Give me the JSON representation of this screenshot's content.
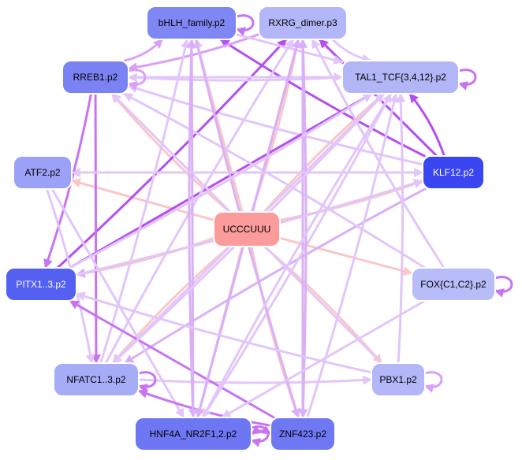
{
  "nodes": [
    {
      "id": "center",
      "label": "UCCCUUU",
      "color": "#fb9b9b",
      "text": "#000000"
    },
    {
      "id": "bhlh",
      "label": "bHLH_family.p2",
      "color": "#7f87f5",
      "text": "#000000"
    },
    {
      "id": "rxrg",
      "label": "RXRG_dimer.p3",
      "color": "#b3b6f8",
      "text": "#000000"
    },
    {
      "id": "rreb1",
      "label": "RREB1.p2",
      "color": "#7b83f4",
      "text": "#000000"
    },
    {
      "id": "tal1",
      "label": "TAL1_TCF{3,4,12}.p2",
      "color": "#b2b6f7",
      "text": "#000000"
    },
    {
      "id": "atf2",
      "label": "ATF2.p2",
      "color": "#9ba1f6",
      "text": "#000000"
    },
    {
      "id": "klf12",
      "label": "KLF12.p2",
      "color": "#3a46f0",
      "text": "#ffffff"
    },
    {
      "id": "pitx1",
      "label": "PITX1..3.p2",
      "color": "#5360f2",
      "text": "#ffffff"
    },
    {
      "id": "fox",
      "label": "FOX{C1,C2}.p2",
      "color": "#b8bcf8",
      "text": "#000000"
    },
    {
      "id": "nfatc1",
      "label": "NFATC1..3.p2",
      "color": "#a7acf7",
      "text": "#000000"
    },
    {
      "id": "pbx1",
      "label": "PBX1.p2",
      "color": "#b3b7f8",
      "text": "#000000"
    },
    {
      "id": "hnf4a",
      "label": "HNF4A_NR2F1,2.p2",
      "color": "#6e77f3",
      "text": "#000000"
    },
    {
      "id": "znf423",
      "label": "ZNF423.p2",
      "color": "#6f78f3",
      "text": "#000000"
    }
  ],
  "edges": [
    {
      "from": "center",
      "to": "rreb1",
      "color": "#fbc6c6"
    },
    {
      "from": "center",
      "to": "bhlh",
      "color": "#fbc6c6"
    },
    {
      "from": "center",
      "to": "rxrg",
      "color": "#fbc6c6"
    },
    {
      "from": "center",
      "to": "tal1",
      "color": "#fbc6c6"
    },
    {
      "from": "center",
      "to": "atf2",
      "color": "#fbc6c6"
    },
    {
      "from": "center",
      "to": "klf12",
      "color": "#fbc6c6"
    },
    {
      "from": "center",
      "to": "pitx1",
      "color": "#fbc6c6"
    },
    {
      "from": "center",
      "to": "fox",
      "color": "#fbc6c6"
    },
    {
      "from": "center",
      "to": "nfatc1",
      "color": "#fbc6c6"
    },
    {
      "from": "center",
      "to": "pbx1",
      "color": "#fbc6c6"
    },
    {
      "from": "center",
      "to": "hnf4a",
      "color": "#fbc6c6"
    },
    {
      "from": "center",
      "to": "znf423",
      "color": "#fbc6c6"
    },
    {
      "from": "klf12",
      "to": "bhlh",
      "color": "#b54ef0"
    },
    {
      "from": "klf12",
      "to": "rxrg",
      "color": "#b54ef0"
    },
    {
      "from": "klf12",
      "to": "tal1",
      "color": "#b54ef0"
    },
    {
      "from": "klf12",
      "to": "rreb1",
      "color": "#e2c6fa"
    },
    {
      "from": "klf12",
      "to": "atf2",
      "color": "#e2c6fa"
    },
    {
      "from": "klf12",
      "to": "nfatc1",
      "color": "#d9b0f8"
    },
    {
      "from": "klf12",
      "to": "pitx1",
      "color": "#d9b0f8"
    },
    {
      "from": "pitx1",
      "to": "tal1",
      "color": "#b54ef0"
    },
    {
      "from": "pitx1",
      "to": "rxrg",
      "color": "#b54ef0"
    },
    {
      "from": "rreb1",
      "to": "pitx1",
      "color": "#c774f2"
    },
    {
      "from": "rreb1",
      "to": "nfatc1",
      "color": "#c774f2"
    },
    {
      "from": "rreb1",
      "to": "bhlh",
      "color": "#d9a0f6"
    },
    {
      "from": "rxrg",
      "to": "rreb1",
      "color": "#d9a0f6"
    },
    {
      "from": "bhlh",
      "to": "tal1",
      "color": "#e2c6fa"
    },
    {
      "from": "rxrg",
      "to": "tal1",
      "color": "#e2c6fa"
    },
    {
      "from": "tal1",
      "to": "rreb1",
      "color": "#e2c6fa"
    },
    {
      "from": "rreb1",
      "to": "tal1",
      "color": "#e2c6fa"
    },
    {
      "from": "fox",
      "to": "rreb1",
      "color": "#e2c6fa"
    },
    {
      "from": "fox",
      "to": "rxrg",
      "color": "#e2c6fa"
    },
    {
      "from": "pbx1",
      "to": "rreb1",
      "color": "#e2c6fa"
    },
    {
      "from": "pbx1",
      "to": "tal1",
      "color": "#e2c6fa"
    },
    {
      "from": "atf2",
      "to": "nfatc1",
      "color": "#e2c6fa"
    },
    {
      "from": "atf2",
      "to": "hnf4a",
      "color": "#e2c6fa"
    },
    {
      "from": "nfatc1",
      "to": "bhlh",
      "color": "#e2c6fa"
    },
    {
      "from": "nfatc1",
      "to": "rxrg",
      "color": "#e2c6fa"
    },
    {
      "from": "nfatc1",
      "to": "tal1",
      "color": "#e2c6fa"
    },
    {
      "from": "nfatc1",
      "to": "pbx1",
      "color": "#e2c6fa"
    },
    {
      "from": "znf423",
      "to": "nfatc1",
      "color": "#c774f2"
    },
    {
      "from": "znf423",
      "to": "pitx1",
      "color": "#c774f2"
    },
    {
      "from": "znf423",
      "to": "hnf4a",
      "color": "#c774f2"
    },
    {
      "from": "znf423",
      "to": "bhlh",
      "color": "#e2c6fa"
    },
    {
      "from": "znf423",
      "to": "rxrg",
      "color": "#d9b0f8"
    },
    {
      "from": "znf423",
      "to": "tal1",
      "color": "#e2c6fa"
    },
    {
      "from": "hnf4a",
      "to": "bhlh",
      "color": "#d9b0f8"
    },
    {
      "from": "hnf4a",
      "to": "rxrg",
      "color": "#d9b0f8"
    },
    {
      "from": "hnf4a",
      "to": "tal1",
      "color": "#e2c6fa"
    },
    {
      "from": "hnf4a",
      "to": "znf423",
      "color": "#c774f2"
    },
    {
      "from": "bhlh",
      "to": "hnf4a",
      "color": "#d9b0f8"
    },
    {
      "from": "bhlh",
      "to": "znf423",
      "color": "#d9b0f8"
    },
    {
      "from": "rxrg",
      "to": "znf423",
      "color": "#d9b0f8"
    },
    {
      "from": "rxrg",
      "to": "hnf4a",
      "color": "#d9b0f8"
    },
    {
      "from": "tal1",
      "to": "hnf4a",
      "color": "#e2c6fa"
    },
    {
      "from": "tal1",
      "to": "nfatc1",
      "color": "#e2c6fa"
    },
    {
      "from": "atf2",
      "to": "klf12",
      "color": "#e2c6fa"
    },
    {
      "from": "pitx1",
      "to": "klf12",
      "color": "#e2c6fa"
    },
    {
      "from": "pbx1",
      "to": "pitx1",
      "color": "#e2c6fa"
    },
    {
      "from": "fox",
      "to": "hnf4a",
      "color": "#e2c6fa"
    },
    {
      "from": "pitx1",
      "to": "tal1",
      "color": "#e2c6fa"
    }
  ],
  "self_loops": [
    {
      "node": "bhlh",
      "side": "right",
      "color": "#c774f2"
    },
    {
      "node": "tal1",
      "side": "right",
      "color": "#c774f2"
    },
    {
      "node": "fox",
      "side": "right",
      "color": "#c774f2"
    },
    {
      "node": "pbx1",
      "side": "right",
      "color": "#d9a0f6"
    },
    {
      "node": "nfatc1",
      "side": "right",
      "color": "#c774f2"
    },
    {
      "node": "rreb1",
      "side": "right",
      "color": "#d9a0f6"
    },
    {
      "node": "hnf4a",
      "side": "right",
      "color": "#c774f2"
    }
  ]
}
